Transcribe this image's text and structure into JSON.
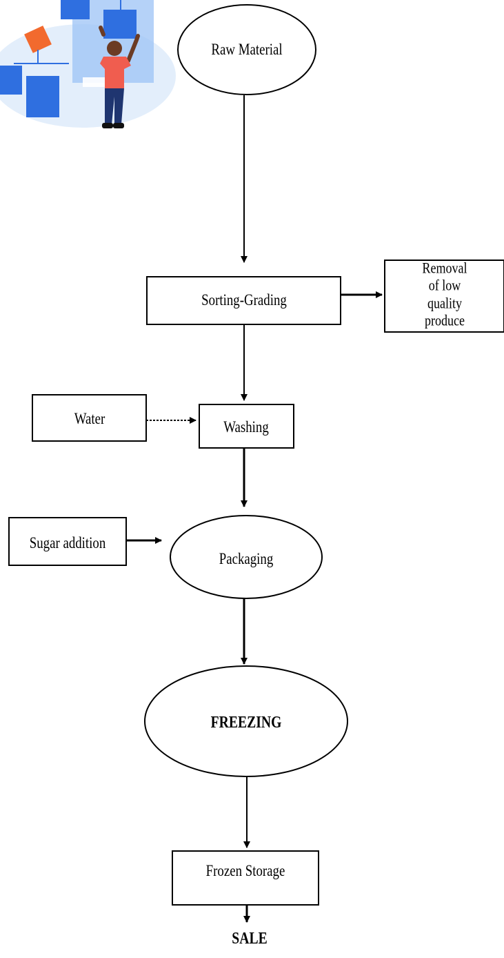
{
  "nodes": {
    "raw_material": "Raw Material",
    "sorting_grading": "Sorting-Grading",
    "removal": "Removal of low\nquality produce",
    "water": "Water",
    "washing": "Washing",
    "sugar_addition": "Sugar addition",
    "packaging": "Packaging",
    "freezing": "FREEZING",
    "frozen_storage": "Frozen Storage",
    "sale": "SALE"
  },
  "illustration": {
    "icon": "person-arranging-flowchart-illustration",
    "colors": {
      "panel_blue": "#2f6fe0",
      "panel_light": "#9cc3f5",
      "backdrop": "#e3eefb",
      "accent_orange": "#f26a2e",
      "shirt": "#f05d4f",
      "pants": "#1f3570",
      "skin": "#6b3b24"
    }
  }
}
